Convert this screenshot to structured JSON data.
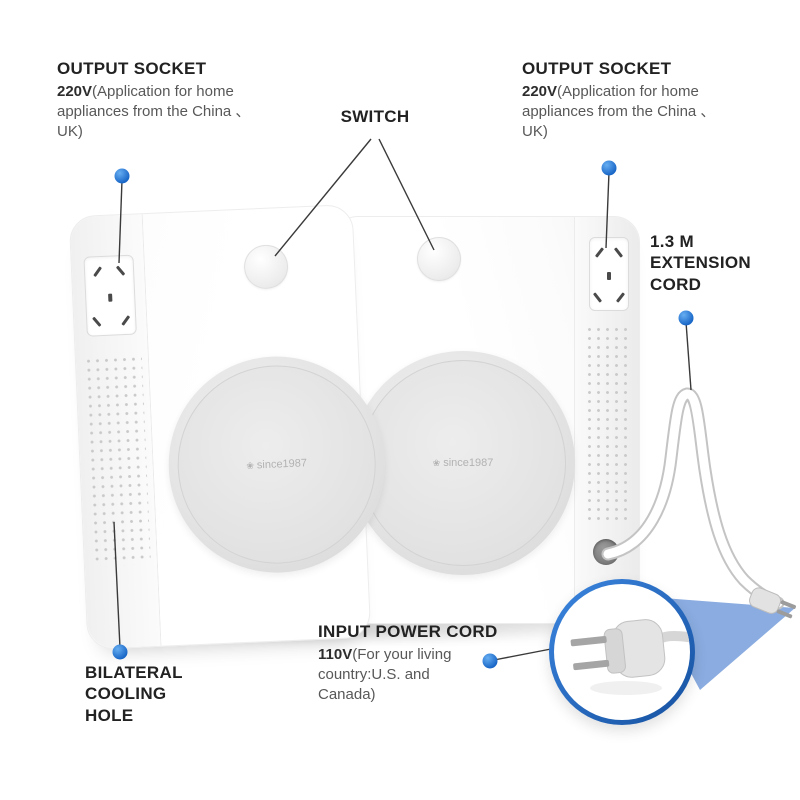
{
  "product": {
    "brand_logo": "since1987"
  },
  "annotations": {
    "output_socket_left": {
      "title": "OUTPUT SOCKET",
      "voltage": "220V",
      "description": "(Application for home appliances from the China 、UK)"
    },
    "switch": {
      "title": "SWITCH"
    },
    "output_socket_right": {
      "title": "OUTPUT SOCKET",
      "voltage": "220V",
      "description": "(Application for home appliances from the China 、UK)"
    },
    "extension_cord": {
      "title": "1.3 M EXTENSION CORD"
    },
    "cooling_hole": {
      "title": "BILATERAL COOLING HOLE"
    },
    "input_power_cord": {
      "title": "INPUT POWER CORD",
      "voltage": "110V",
      "description": "(For your living country:U.S. and Canada)"
    }
  },
  "colors": {
    "accent_blue": "#1563c5",
    "beam_blue": "#8aace0",
    "callout_line": "#3a3a3a"
  }
}
